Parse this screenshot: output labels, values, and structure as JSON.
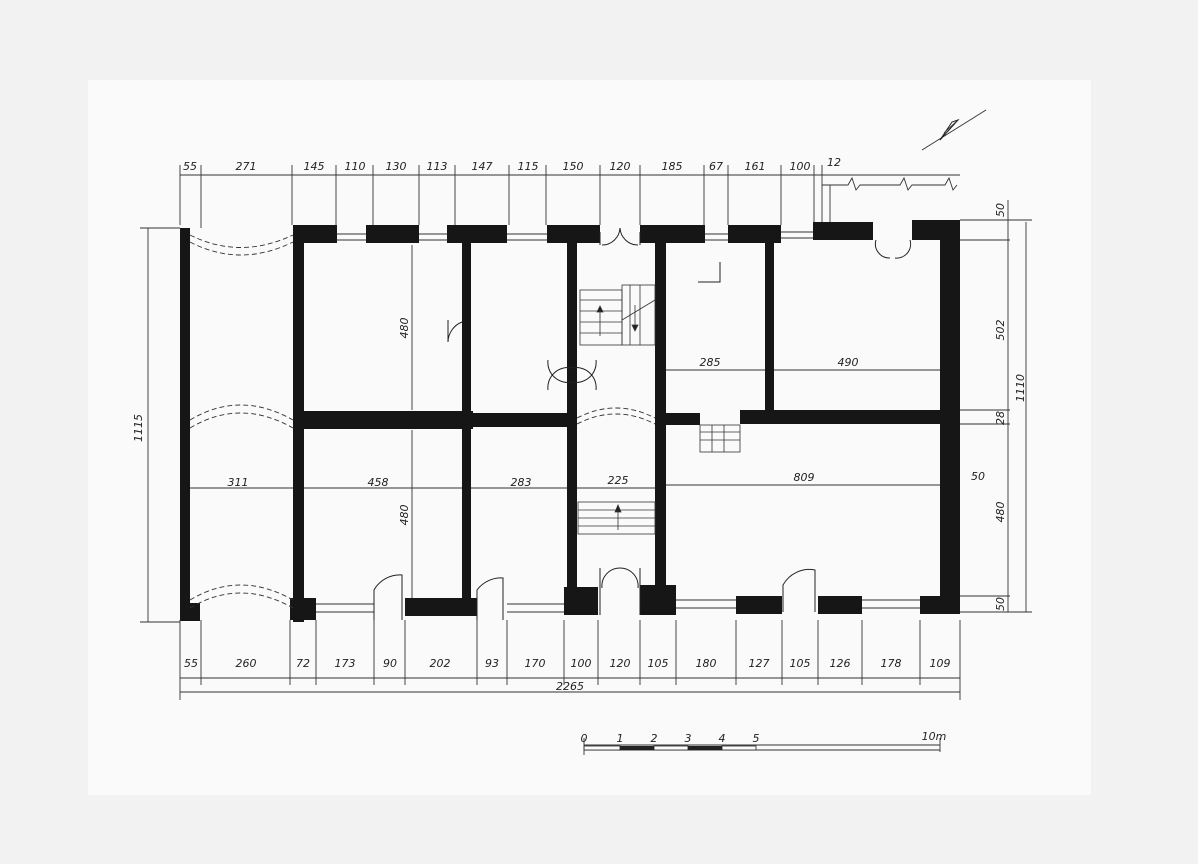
{
  "drawing": {
    "top_dims": [
      "55",
      "271",
      "145",
      "110",
      "130",
      "113",
      "147",
      "115",
      "150",
      "120",
      "185",
      "67",
      "161",
      "100",
      "12"
    ],
    "bottom_dims": [
      "55",
      "260",
      "72",
      "173",
      "90",
      "202",
      "93",
      "170",
      "100",
      "120",
      "105",
      "180",
      "127",
      "105",
      "126",
      "178",
      "109"
    ],
    "total_width": "2265",
    "left_height": "1115",
    "right_dims": [
      "50",
      "502",
      "28",
      "50",
      "480",
      "50"
    ],
    "right_total": "1110",
    "room_dims": {
      "r480_upper": "480",
      "r480_lower": "480",
      "r285": "285",
      "r490": "490",
      "r311": "311",
      "r458": "458",
      "r283": "283",
      "r225": "225",
      "r809": "809"
    },
    "scale_labels": [
      "0",
      "1",
      "2",
      "3",
      "4",
      "5",
      "10m"
    ]
  },
  "colors": {
    "paper": "#fafafa",
    "wall": "#161616",
    "frame": "#f2f2f2"
  }
}
